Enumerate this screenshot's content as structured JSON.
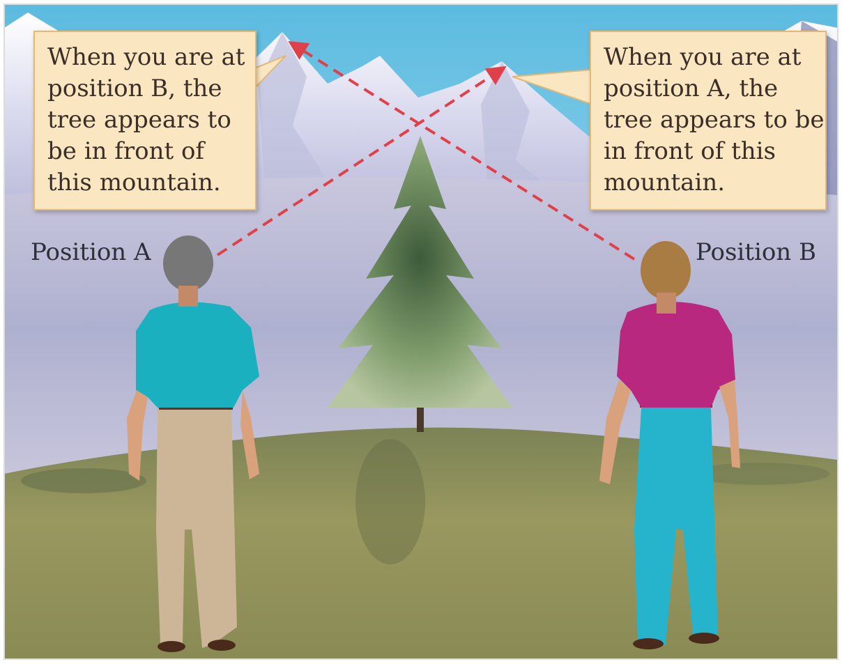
{
  "callouts": {
    "left": {
      "lines": [
        "When you are at",
        "position B, the",
        "tree appears to",
        "be in front of",
        "this mountain."
      ]
    },
    "right": {
      "lines": [
        "When you are at",
        "position A, the",
        "tree appears to be",
        "in front of this",
        "mountain."
      ]
    }
  },
  "positions": {
    "a_label": "Position A",
    "b_label": "Position B"
  },
  "colors": {
    "sight_line": "#e0404a",
    "callout_fill": "#fbe6c2",
    "callout_border": "#e3b876",
    "shirt_a": "#1ab0c0",
    "pants_a": "#cdb597",
    "shirt_b": "#b8287e",
    "pants_b": "#26b4cc",
    "sky": "#6fc4e0",
    "grass": "#8a8d52"
  }
}
